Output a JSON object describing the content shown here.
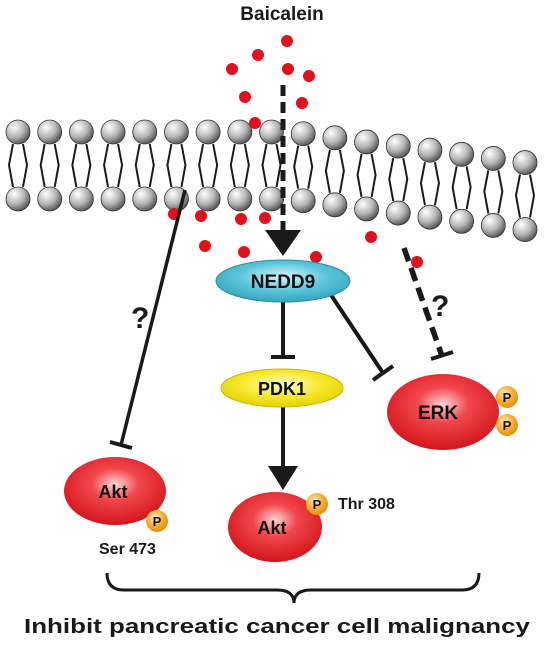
{
  "title": "Baicalein",
  "nodes": {
    "nedd9": "NEDD9",
    "pdk1": "PDK1",
    "erk": "ERK",
    "akt_left": "Akt",
    "akt_center": "Akt"
  },
  "phospho": {
    "symbol": "P"
  },
  "sites": {
    "ser473": "Ser 473",
    "thr308": "Thr 308"
  },
  "unknown_marks": {
    "left": "?",
    "right": "?"
  },
  "outcome": "Inhibit pancreatic cancer cell malignancy",
  "colors": {
    "membrane_head": "#9a9a9a",
    "dot": "#e0111b",
    "nedd9": "#3fb7cf",
    "pdk1": "#f4e312",
    "red_node": "#e3151c",
    "phospho": "#f4a21e",
    "line": "#1a1a1a"
  }
}
